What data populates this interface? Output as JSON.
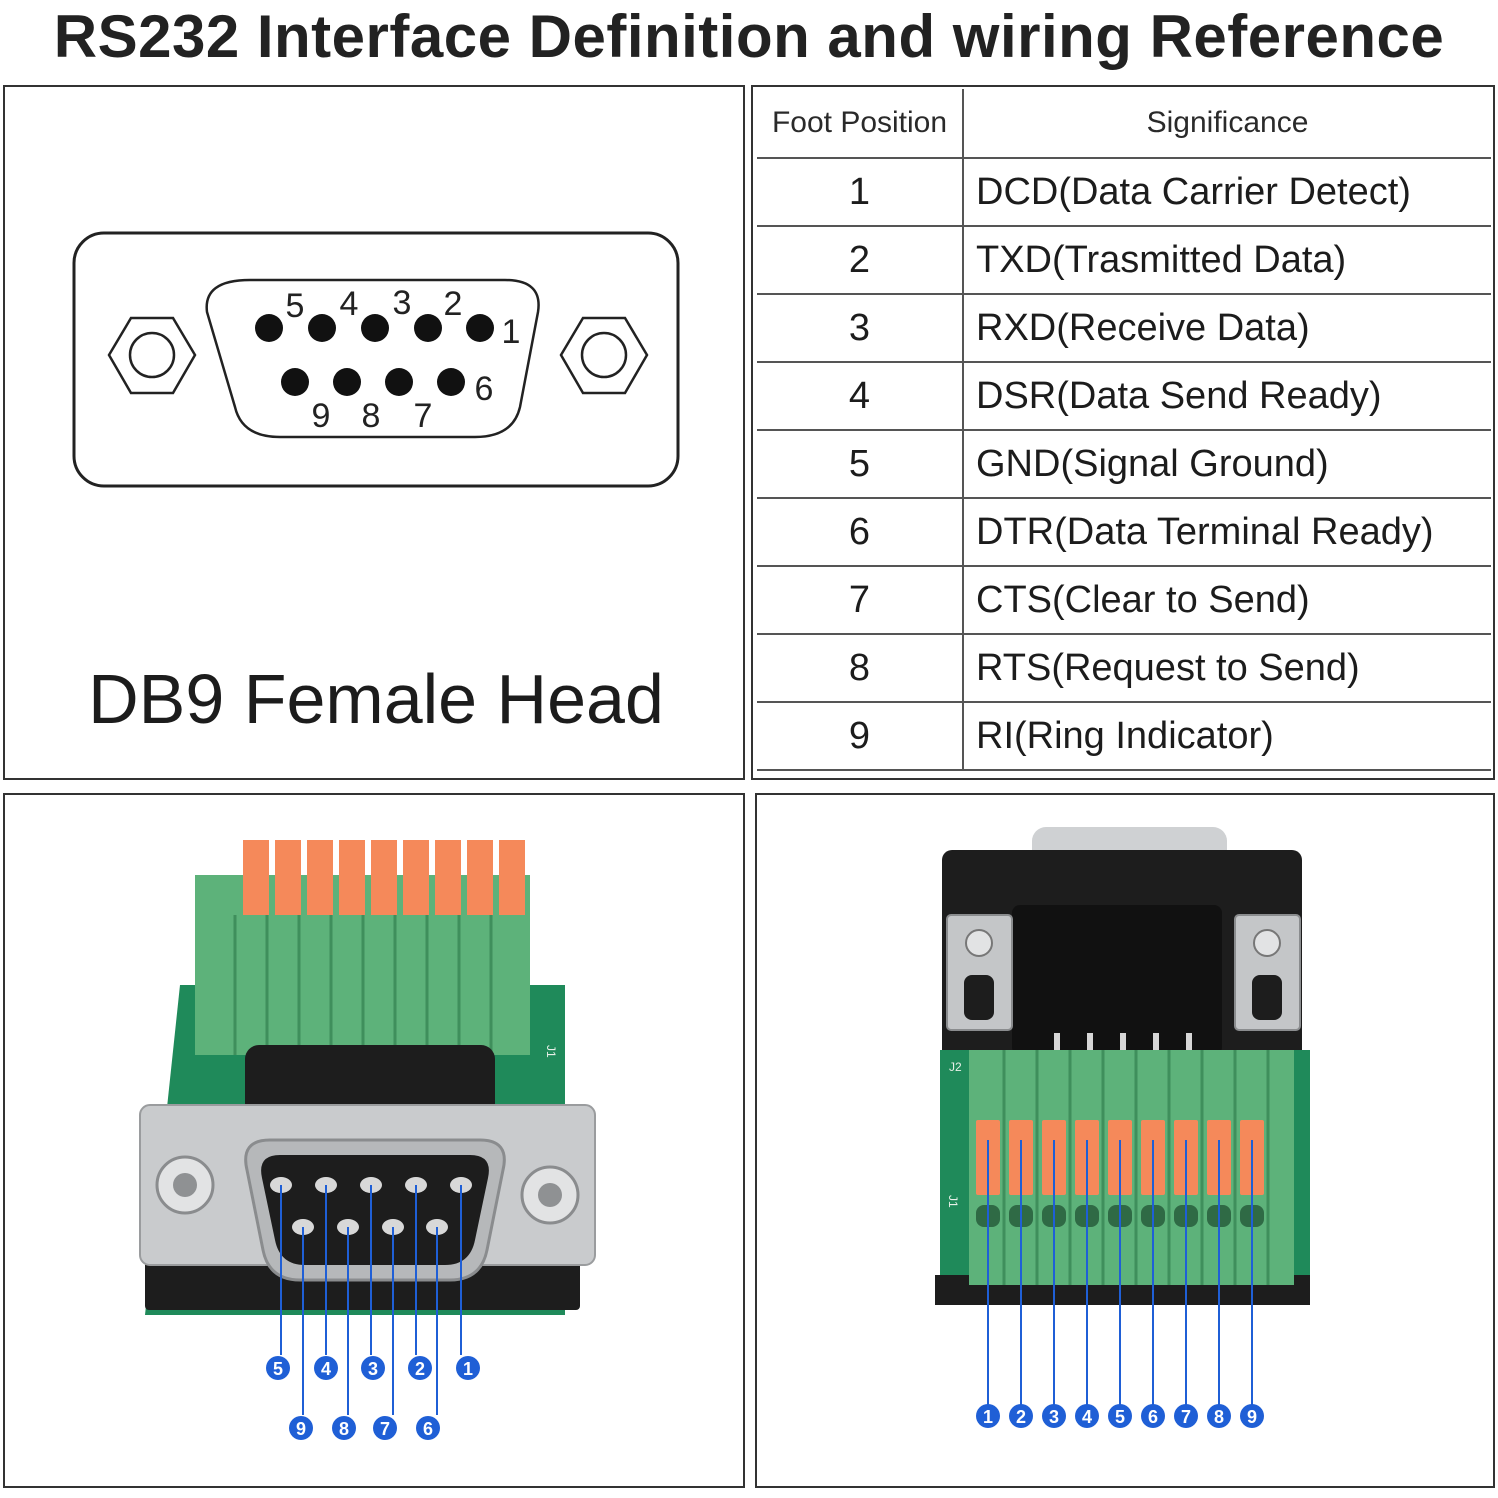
{
  "title": "RS232 Interface Definition and wiring Reference",
  "connector_label": "DB9 Female Head",
  "connector_pins_top": [
    "5",
    "4",
    "3",
    "2",
    "1"
  ],
  "connector_pins_bottom": [
    "9",
    "8",
    "7",
    "6"
  ],
  "table": {
    "headers": [
      "Foot Position",
      "Significance"
    ],
    "rows": [
      {
        "pin": "1",
        "meaning": "DCD(Data Carrier Detect)"
      },
      {
        "pin": "2",
        "meaning": "TXD(Trasmitted Data)"
      },
      {
        "pin": "3",
        "meaning": "RXD(Receive Data)"
      },
      {
        "pin": "4",
        "meaning": "DSR(Data Send Ready)"
      },
      {
        "pin": "5",
        "meaning": "GND(Signal Ground)"
      },
      {
        "pin": "6",
        "meaning": "DTR(Data Terminal Ready)"
      },
      {
        "pin": "7",
        "meaning": "CTS(Clear to Send)"
      },
      {
        "pin": "8",
        "meaning": "RTS(Request to Send)"
      },
      {
        "pin": "9",
        "meaning": "RI(Ring Indicator)"
      }
    ]
  },
  "photo_front": {
    "callouts_top": [
      "5",
      "4",
      "3",
      "2",
      "1"
    ],
    "callouts_bottom": [
      "9",
      "8",
      "7",
      "6"
    ],
    "pcb_label": "J1"
  },
  "photo_terminal": {
    "callouts": [
      "1",
      "2",
      "3",
      "4",
      "5",
      "6",
      "7",
      "8",
      "9"
    ],
    "pcb_labels": [
      "J2",
      "J1"
    ]
  },
  "colors": {
    "callout_blue": "#1f5fd6",
    "terminal_green": "#5db27a",
    "lever_orange": "#f5895a",
    "pcb_green": "#1f8a5a",
    "metal": "#c9cbcd",
    "plastic_black": "#1d1d1d"
  }
}
